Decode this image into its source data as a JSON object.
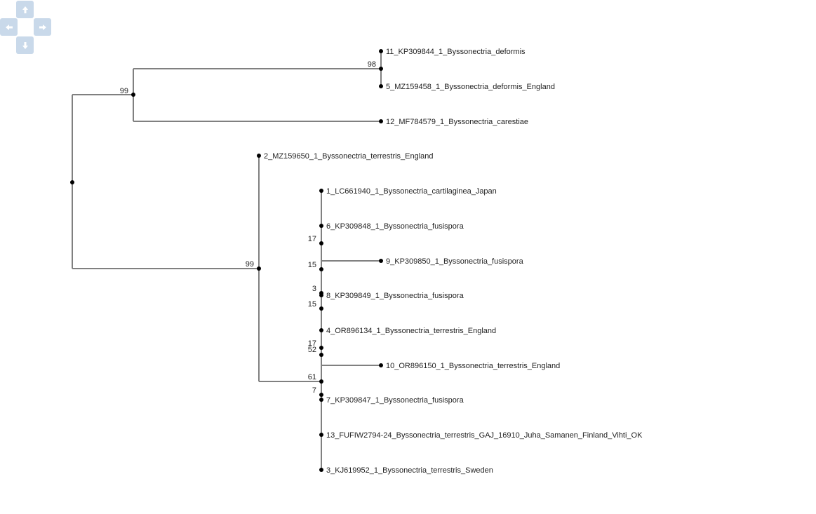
{
  "controls": [
    {
      "name": "pan-up-button",
      "icon": "arrow-up-icon"
    },
    {
      "name": "pan-left-button",
      "icon": "arrow-left-icon"
    },
    {
      "name": "pan-right-button",
      "icon": "arrow-right-icon"
    },
    {
      "name": "pan-down-button",
      "icon": "arrow-down-icon"
    }
  ],
  "colors": {
    "branch": "#808080",
    "node": "#000000",
    "text": "#222222",
    "control_bg": "#c9d9ea",
    "control_fg": "#ffffff"
  },
  "tree": {
    "leaves": [
      "11_KP309844_1_Byssonectria_deformis",
      "5_MZ159458_1_Byssonectria_deformis_England",
      "12_MF784579_1_Byssonectria_carestiae",
      "2_MZ159650_1_Byssonectria_terrestris_England",
      "1_LC661940_1_Byssonectria_cartilaginea_Japan",
      "6_KP309848_1_Byssonectria_fusispora",
      "9_KP309850_1_Byssonectria_fusispora",
      "8_KP309849_1_Byssonectria_fusispora",
      "4_OR896134_1_Byssonectria_terrestris_England",
      "10_OR896150_1_Byssonectria_terrestris_England",
      "7_KP309847_1_Byssonectria_fusispora",
      "13_FUFIW2794-24_Byssonectria_terrestris_GAJ_16910_Juha_Samanen_Finland_Vihti_OK",
      "3_KJ619952_1_Byssonectria_terrestris_Sweden"
    ],
    "support_values": [
      "98",
      "99",
      "99",
      "17",
      "15",
      "3",
      "15",
      "17",
      "52",
      "61",
      "7"
    ]
  }
}
